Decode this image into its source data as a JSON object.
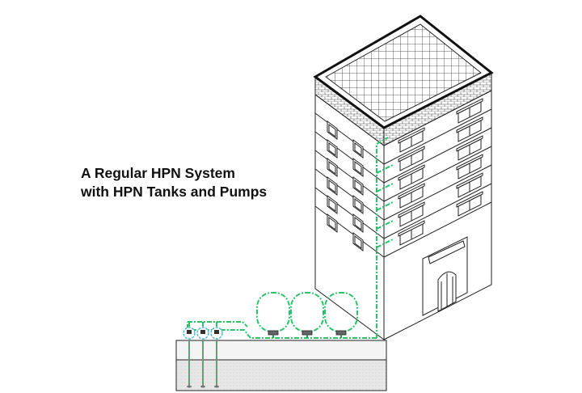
{
  "diagram": {
    "title_line1": "A Regular HPN System",
    "title_line2": "with HPN Tanks and Pumps",
    "colors": {
      "outline": "#222222",
      "pipe": "#29c46a",
      "pipe_dark": "#17a352",
      "pump": "#4fb7d8",
      "ground_top": "#f2f2f2",
      "ground_fill": "#e4e4e4"
    },
    "components": {
      "building_floors": 7,
      "tanks": 3,
      "pumps": 3,
      "branch_pipes": 5
    }
  }
}
